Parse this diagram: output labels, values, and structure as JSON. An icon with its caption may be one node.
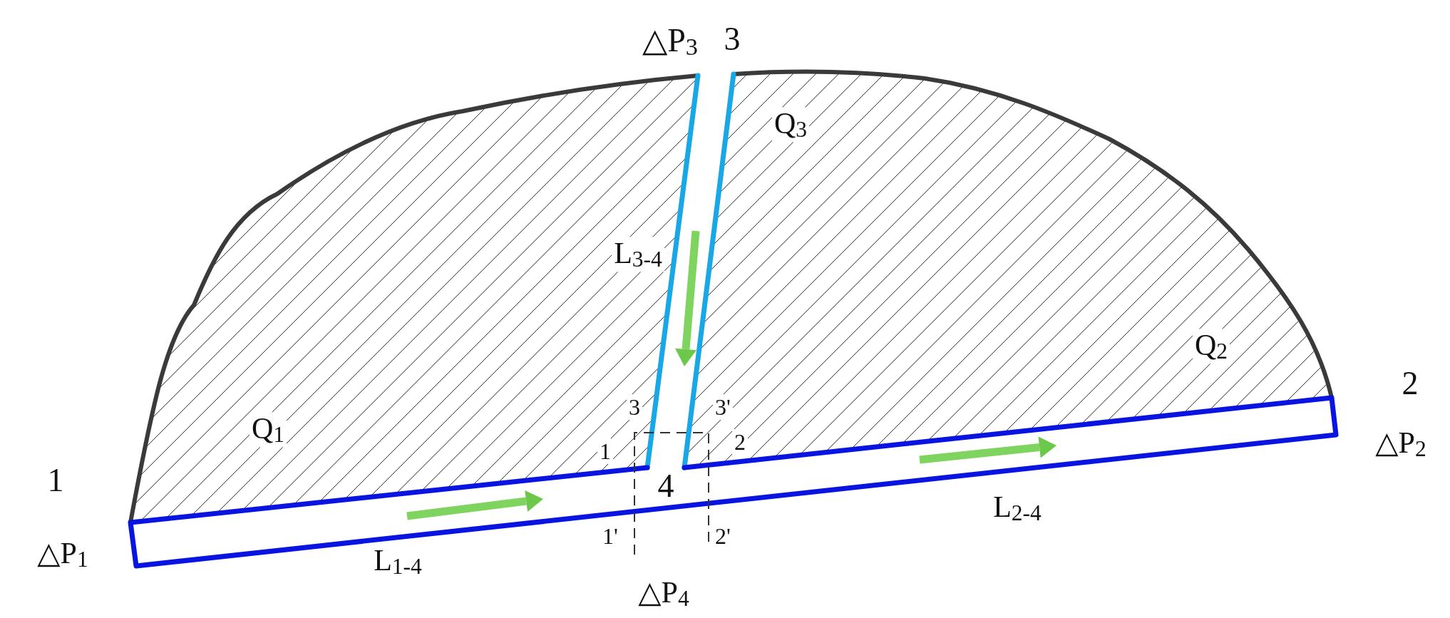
{
  "diagram": {
    "labels": [
      "△P$_{3}$",
      "3",
      "Q$_{3}$",
      "L$_{3-4}$",
      "Q$_{2}$",
      "2",
      "3",
      "3'",
      "Q$_{1}$",
      "1",
      "2",
      "△P$_{2}$",
      "1",
      "4",
      "L$_{2-4}$",
      "△P$_{1}$",
      "1'",
      "2'",
      "L$_{1-4}$",
      "△P$_{4}$"
    ]
  }
}
